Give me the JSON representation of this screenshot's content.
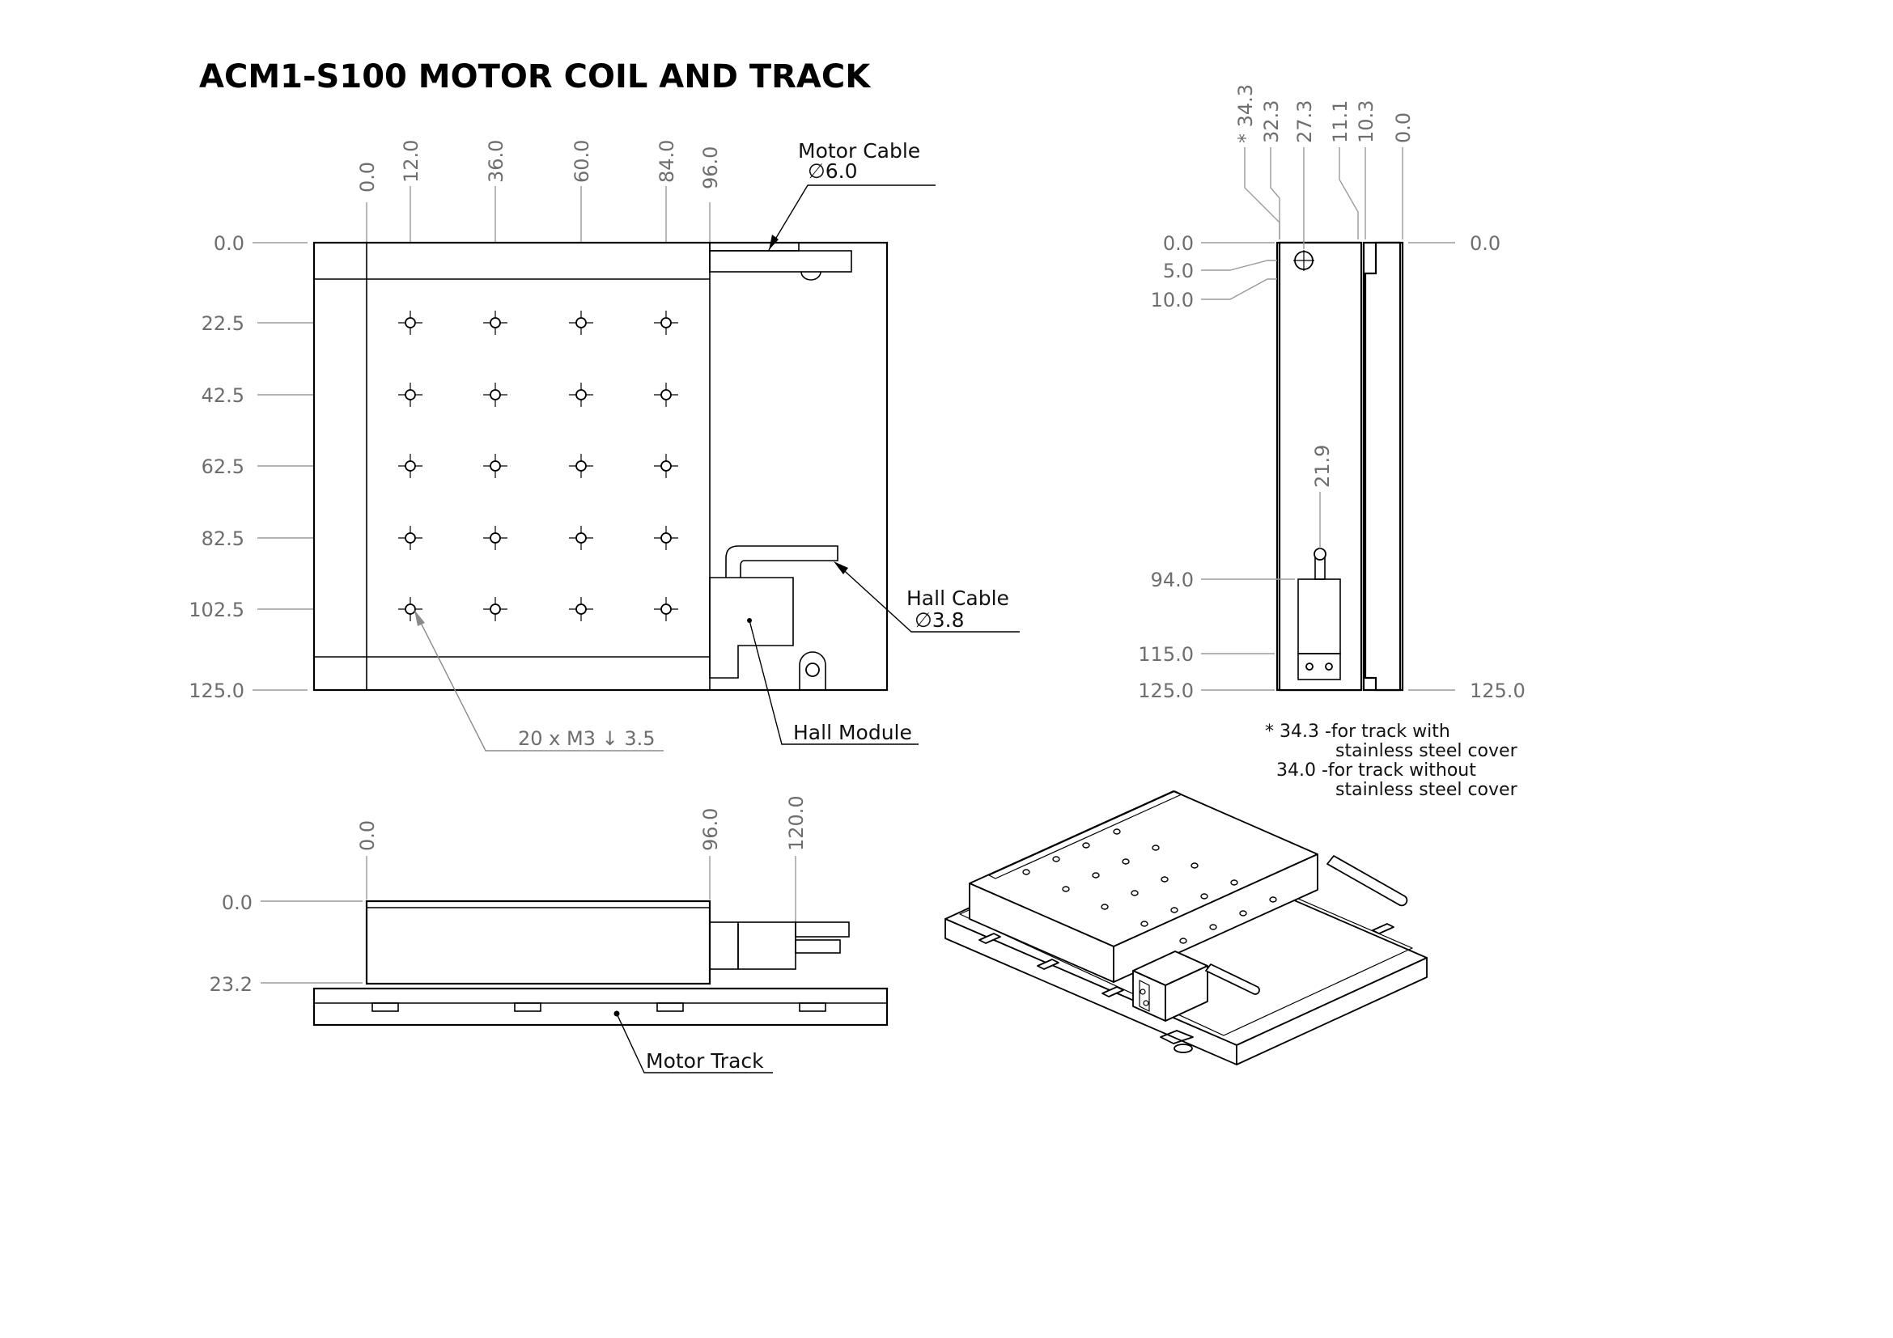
{
  "title": "ACM1-S100 MOTOR COIL AND TRACK",
  "top_view": {
    "x_dims": [
      "0.0",
      "12.0",
      "36.0",
      "60.0",
      "84.0",
      "96.0"
    ],
    "y_dims": [
      "0.0",
      "22.5",
      "42.5",
      "62.5",
      "82.5",
      "102.5",
      "125.0"
    ],
    "hole_callout": "20 x M3 ↓ 3.5",
    "motor_cable_label": "Motor Cable",
    "motor_cable_dia": "∅6.0",
    "hall_cable_label": "Hall Cable",
    "hall_cable_dia": "∅3.8",
    "hall_module_label": "Hall Module"
  },
  "side_view": {
    "x_dims": [
      "* 34.3",
      "32.3",
      "27.3",
      "11.1",
      "10.3",
      "0.0"
    ],
    "left_dims": [
      "0.0",
      "5.0",
      "10.0",
      "94.0",
      "115.0",
      "125.0"
    ],
    "right_dims": [
      "0.0",
      "125.0"
    ],
    "vertical_dim": "21.9",
    "note_line1": "* 34.3 -for track with",
    "note_line2": "stainless steel cover",
    "note_line3": "34.0 -for track without",
    "note_line4": "stainless steel cover"
  },
  "front_view": {
    "x_dims": [
      "0.0",
      "96.0",
      "120.0"
    ],
    "y_dims": [
      "0.0",
      "23.2"
    ],
    "motor_track_label": "Motor Track"
  }
}
